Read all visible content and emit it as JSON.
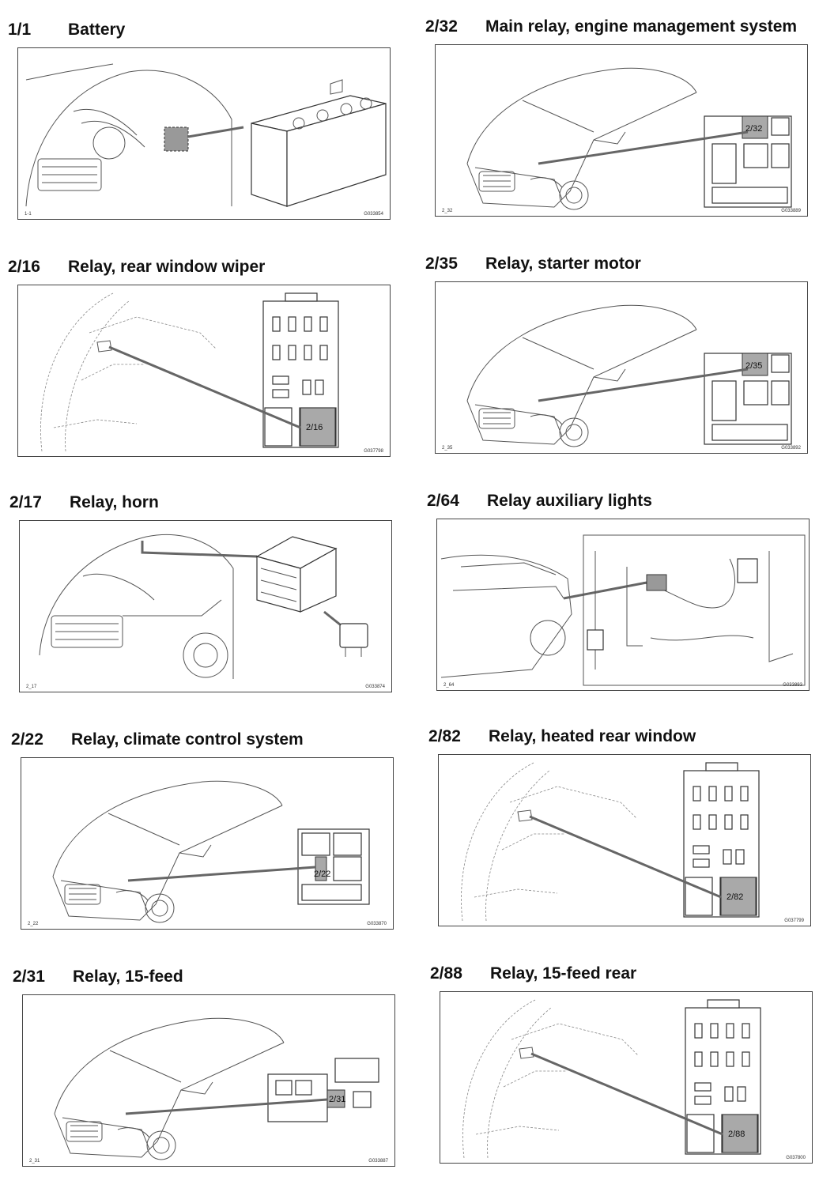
{
  "items": [
    {
      "code": "1/1",
      "title": "Battery",
      "fig_label": "1-1",
      "fig_num": "G033854",
      "kind": "battery",
      "tag": ""
    },
    {
      "code": "2/32",
      "title": "Main relay, engine management system",
      "fig_label": "2_32",
      "fig_num": "G033889",
      "kind": "front",
      "tag": "2/32"
    },
    {
      "code": "2/16",
      "title": "Relay, rear window wiper",
      "fig_label": "",
      "fig_num": "G037798",
      "kind": "rear",
      "tag": "2/16"
    },
    {
      "code": "2/35",
      "title": "Relay, starter motor",
      "fig_label": "2_35",
      "fig_num": "G033892",
      "kind": "front",
      "tag": "2/35"
    },
    {
      "code": "2/17",
      "title": "Relay, horn",
      "fig_label": "2_17",
      "fig_num": "G033874",
      "kind": "horn",
      "tag": ""
    },
    {
      "code": "2/64",
      "title": "Relay auxiliary lights",
      "fig_label": "2_64",
      "fig_num": "G033893",
      "kind": "aux",
      "tag": ""
    },
    {
      "code": "2/22",
      "title": "Relay, climate control system",
      "fig_label": "2_22",
      "fig_num": "G033870",
      "kind": "front2",
      "tag": "2/22"
    },
    {
      "code": "2/82",
      "title": "Relay, heated rear window",
      "fig_label": "",
      "fig_num": "G037799",
      "kind": "rear",
      "tag": "2/82"
    },
    {
      "code": "2/31",
      "title": "Relay, 15-feed",
      "fig_label": "2_31",
      "fig_num": "G033887",
      "kind": "front3",
      "tag": "2/31"
    },
    {
      "code": "2/88",
      "title": "Relay, 15-feed rear",
      "fig_label": "",
      "fig_num": "G037800",
      "kind": "rear",
      "tag": "2/88"
    }
  ]
}
